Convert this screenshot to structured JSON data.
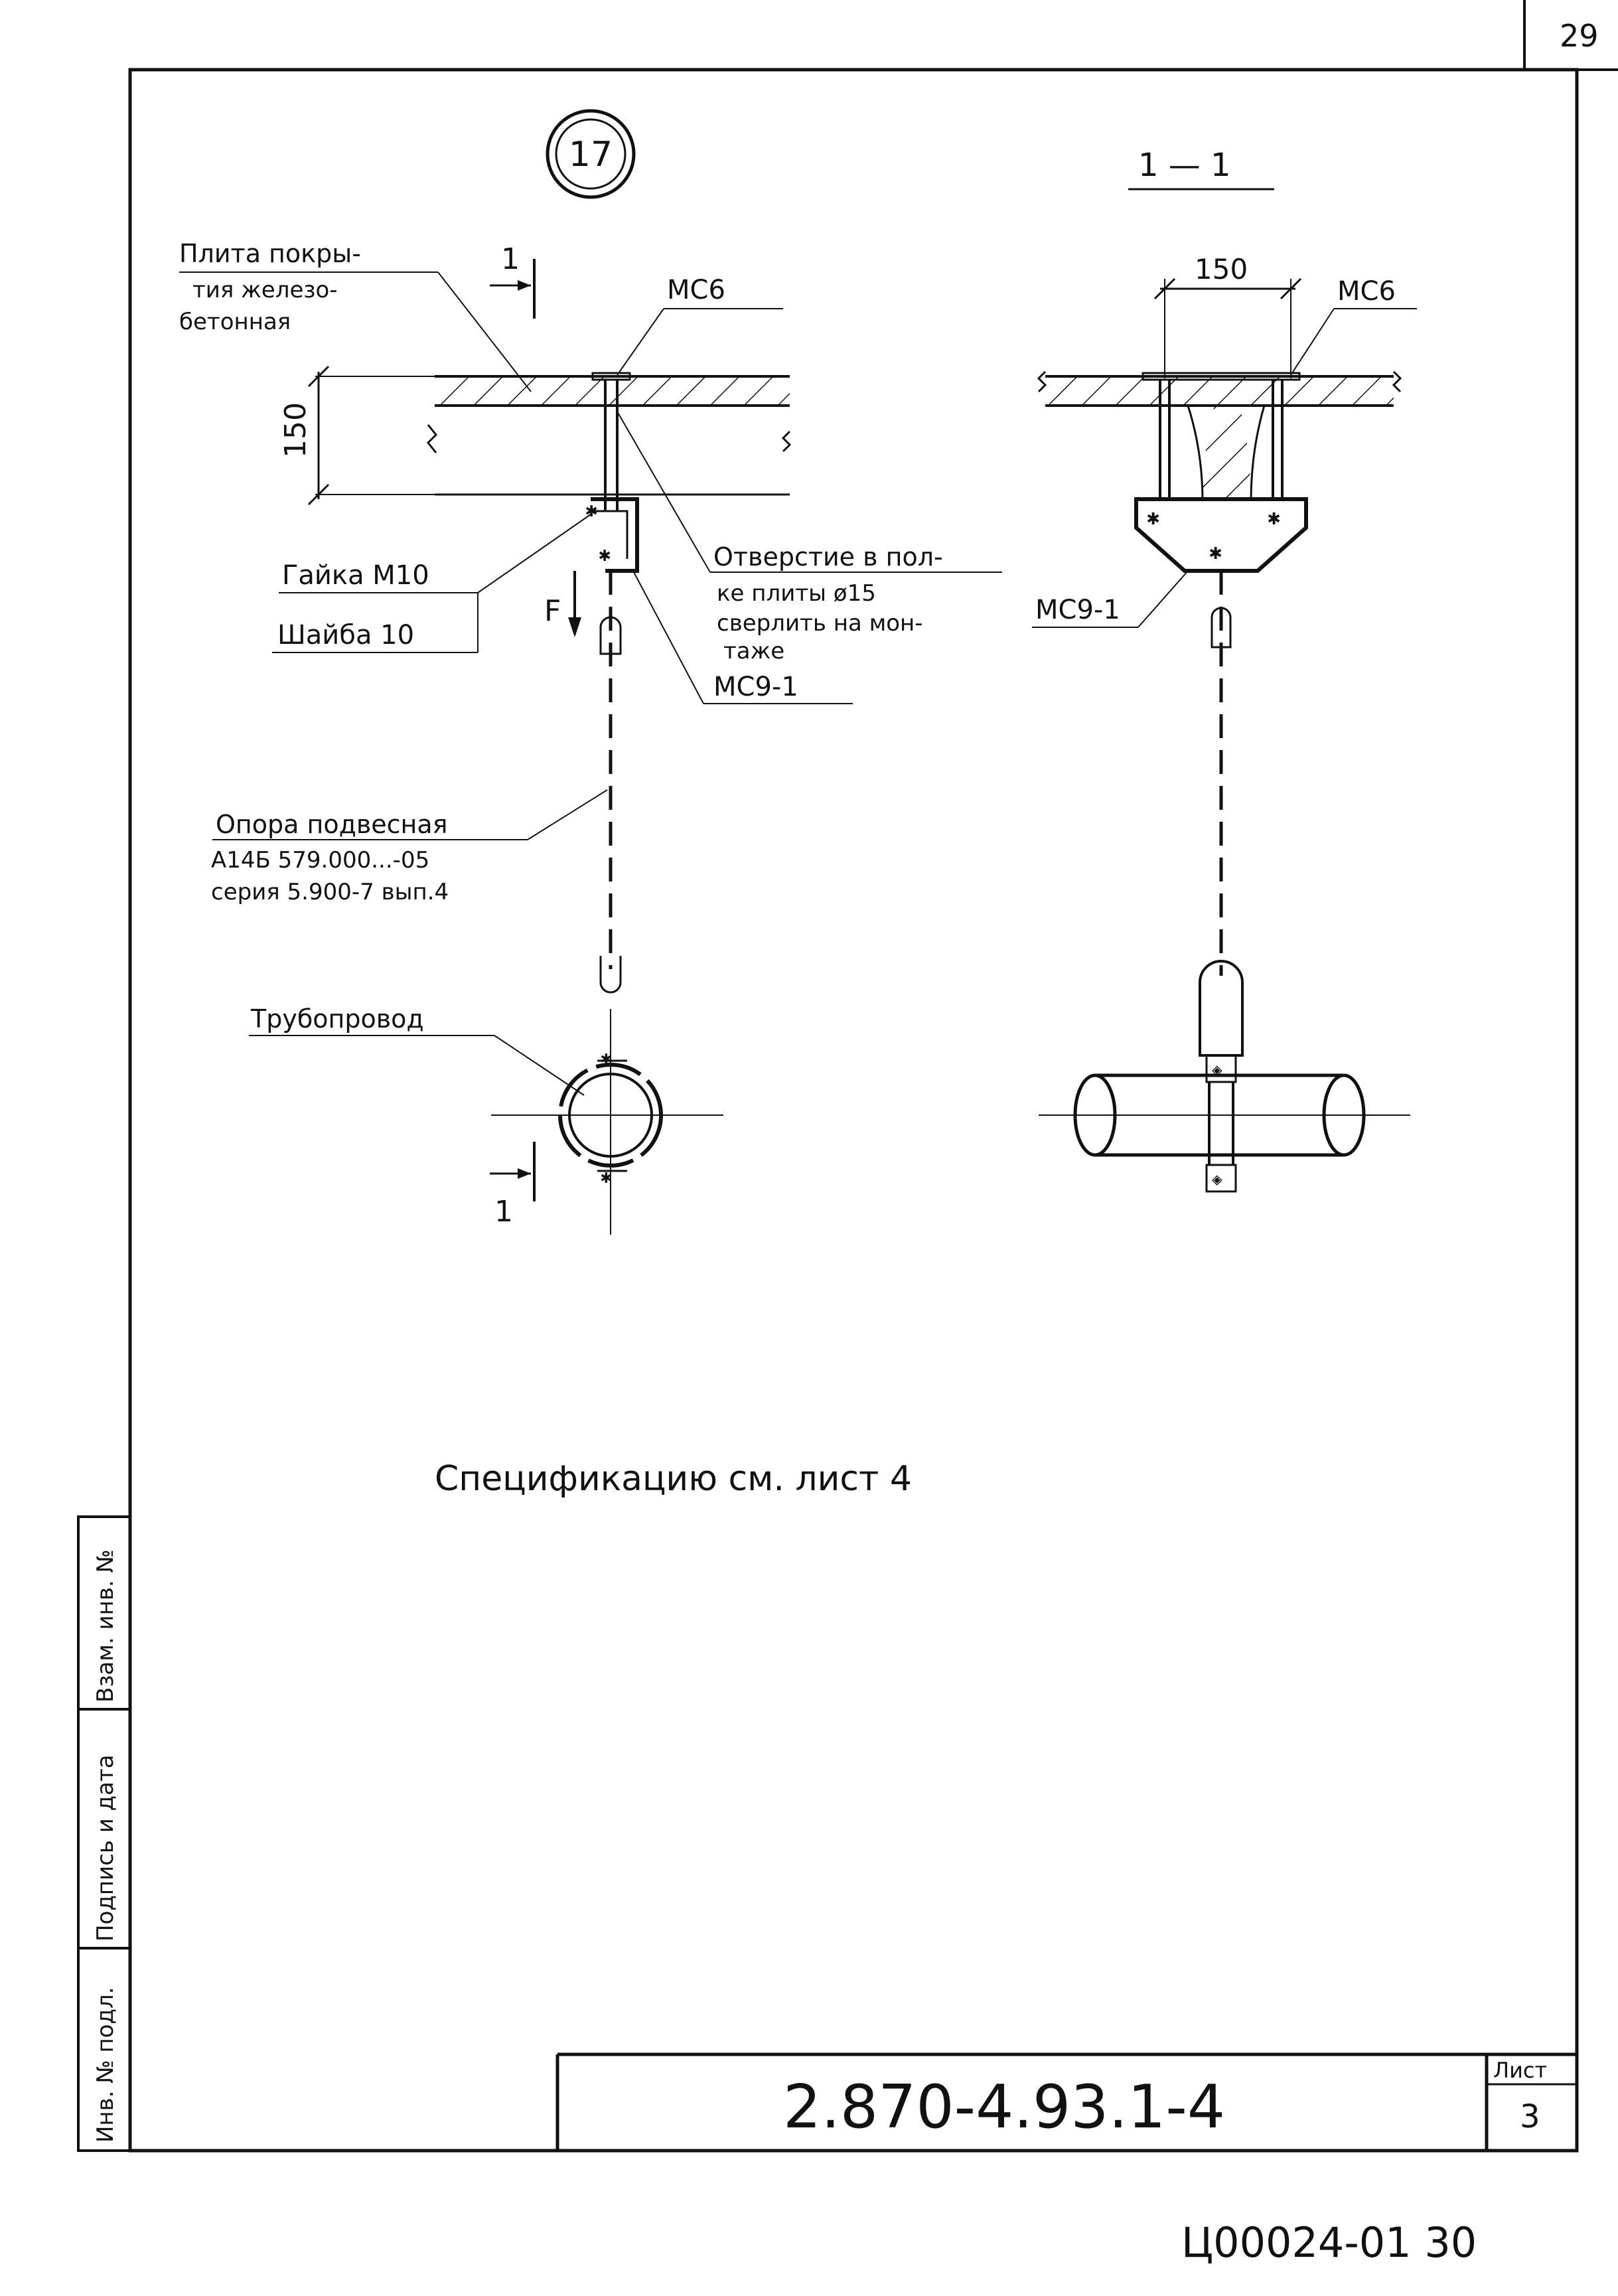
{
  "page_number": "29",
  "detail_marker": "17",
  "section_title": "1 — 1",
  "section_cut_mark": "1",
  "dimension_thickness": "150",
  "dimension_width": "150",
  "labels": {
    "slab": [
      "Плита покры-",
      "тия железо-",
      "бетонная"
    ],
    "mc6_left": "MC6",
    "mc6_right": "MC6",
    "nut": "Гайка М10",
    "washer": "Шайба 10",
    "force": "F",
    "hole_note": [
      "Отверстие в пол-",
      "ке плиты ø15",
      "сверлить на мон-",
      "таже"
    ],
    "mc9_left": "MC9-1",
    "mc9_right": "MC9-1",
    "support": [
      "Опора подвесная",
      "A14Б 579.000...-05",
      "серия 5.900-7 вып.4"
    ],
    "pipeline": "Трубопровод"
  },
  "specification_note": "Спецификацию см. лист 4",
  "title_block": {
    "code": "2.870-4.93.1-4",
    "sheet_label": "Лист",
    "sheet_number": "3"
  },
  "side_stamp": {
    "inv_orig": "Инв. № подл.",
    "sign_date": "Подпись и дата",
    "replace_inv": "Взам. инв. №"
  },
  "archive_code": "Ц00024-01   30"
}
